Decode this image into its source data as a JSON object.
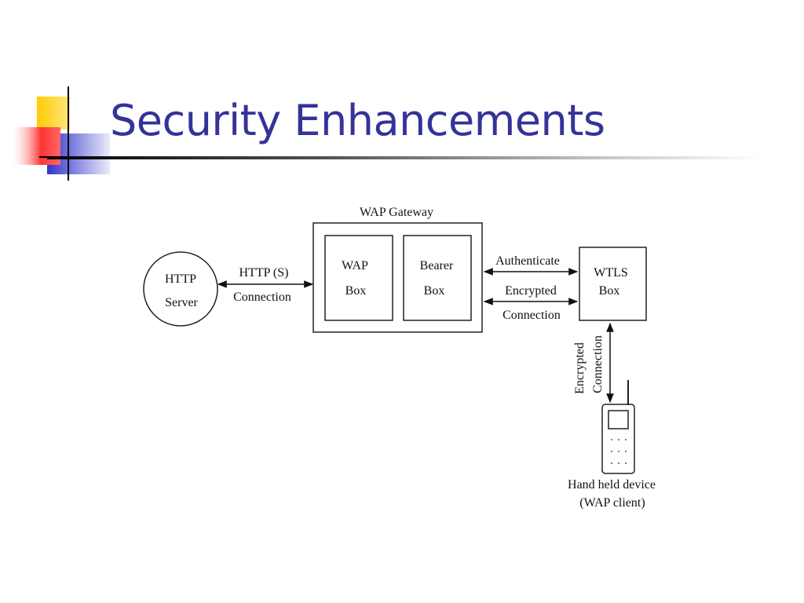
{
  "slide": {
    "title": "Security Enhancements"
  },
  "diagram": {
    "gateway_label": "WAP Gateway",
    "http_server": {
      "line1": "HTTP",
      "line2": "Server"
    },
    "http_link": {
      "line1": "HTTP (S)",
      "line2": "Connection"
    },
    "wap_box": {
      "line1": "WAP",
      "line2": "Box"
    },
    "bearer_box": {
      "line1": "Bearer",
      "line2": "Box"
    },
    "authenticate_label": "Authenticate",
    "encrypted_link": {
      "line1": "Encrypted",
      "line2": "Connection"
    },
    "wtls_box": {
      "line1": "WTLS",
      "line2": "Box"
    },
    "vertical_link": {
      "line1": "Encrypted",
      "line2": "Connection"
    },
    "device": {
      "line1": "Hand held device",
      "line2": "(WAP client)"
    }
  },
  "colors": {
    "title": "#333399",
    "deco_yellow": "#FFCC00",
    "deco_red": "#FF3333",
    "deco_blue": "#3333CC"
  }
}
